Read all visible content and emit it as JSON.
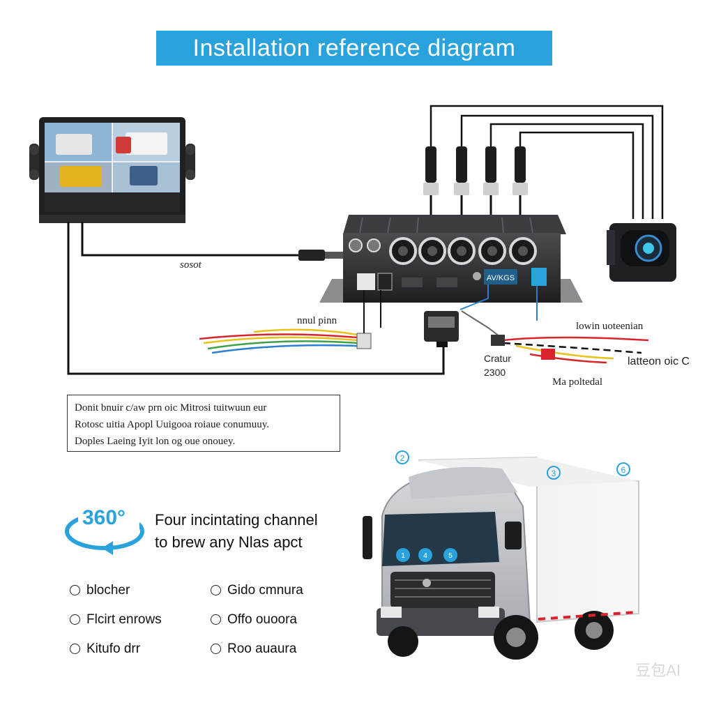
{
  "title": "Installation reference diagram",
  "labels": {
    "power_socket": "sosot",
    "input_wires": "nnul pinn",
    "connector_top": "lowin uoteenian",
    "connector_side": "latteon oic C",
    "power_label": "Ma poltedal",
    "center_label_line1": "Cratur",
    "center_label_line2": "2300",
    "dvr_badge": "AV/KGS"
  },
  "note": {
    "lines": [
      "Donit bnuir  c/aw prn oic Mitrosi tuitwuun eur",
      "Rotosc uitia  Apopl Uuigooa  roiaue conumuuy.",
      "Doples  Laeing Iyit lon og oue onouey."
    ]
  },
  "feature": {
    "badge": "360°",
    "line1": "Four incintating channel",
    "line2": "to brew any Nlas apct"
  },
  "cameras": {
    "left": [
      "blocher",
      "Flcirt enrows",
      "Kitufo drr"
    ],
    "right": [
      "Gido cmnura",
      "Offo ouoora",
      "Roo auaura"
    ]
  },
  "truck_markers": [
    "2",
    "3",
    "6",
    "1",
    "4",
    "5"
  ],
  "watermark": "豆包AI",
  "colors": {
    "accent": "#2aa3dc",
    "wire_dark": "#111111",
    "wire_red": "#d9232d",
    "wire_yellow": "#e8c21a",
    "wire_green": "#3fa04a",
    "wire_blue": "#2a7fd0"
  }
}
